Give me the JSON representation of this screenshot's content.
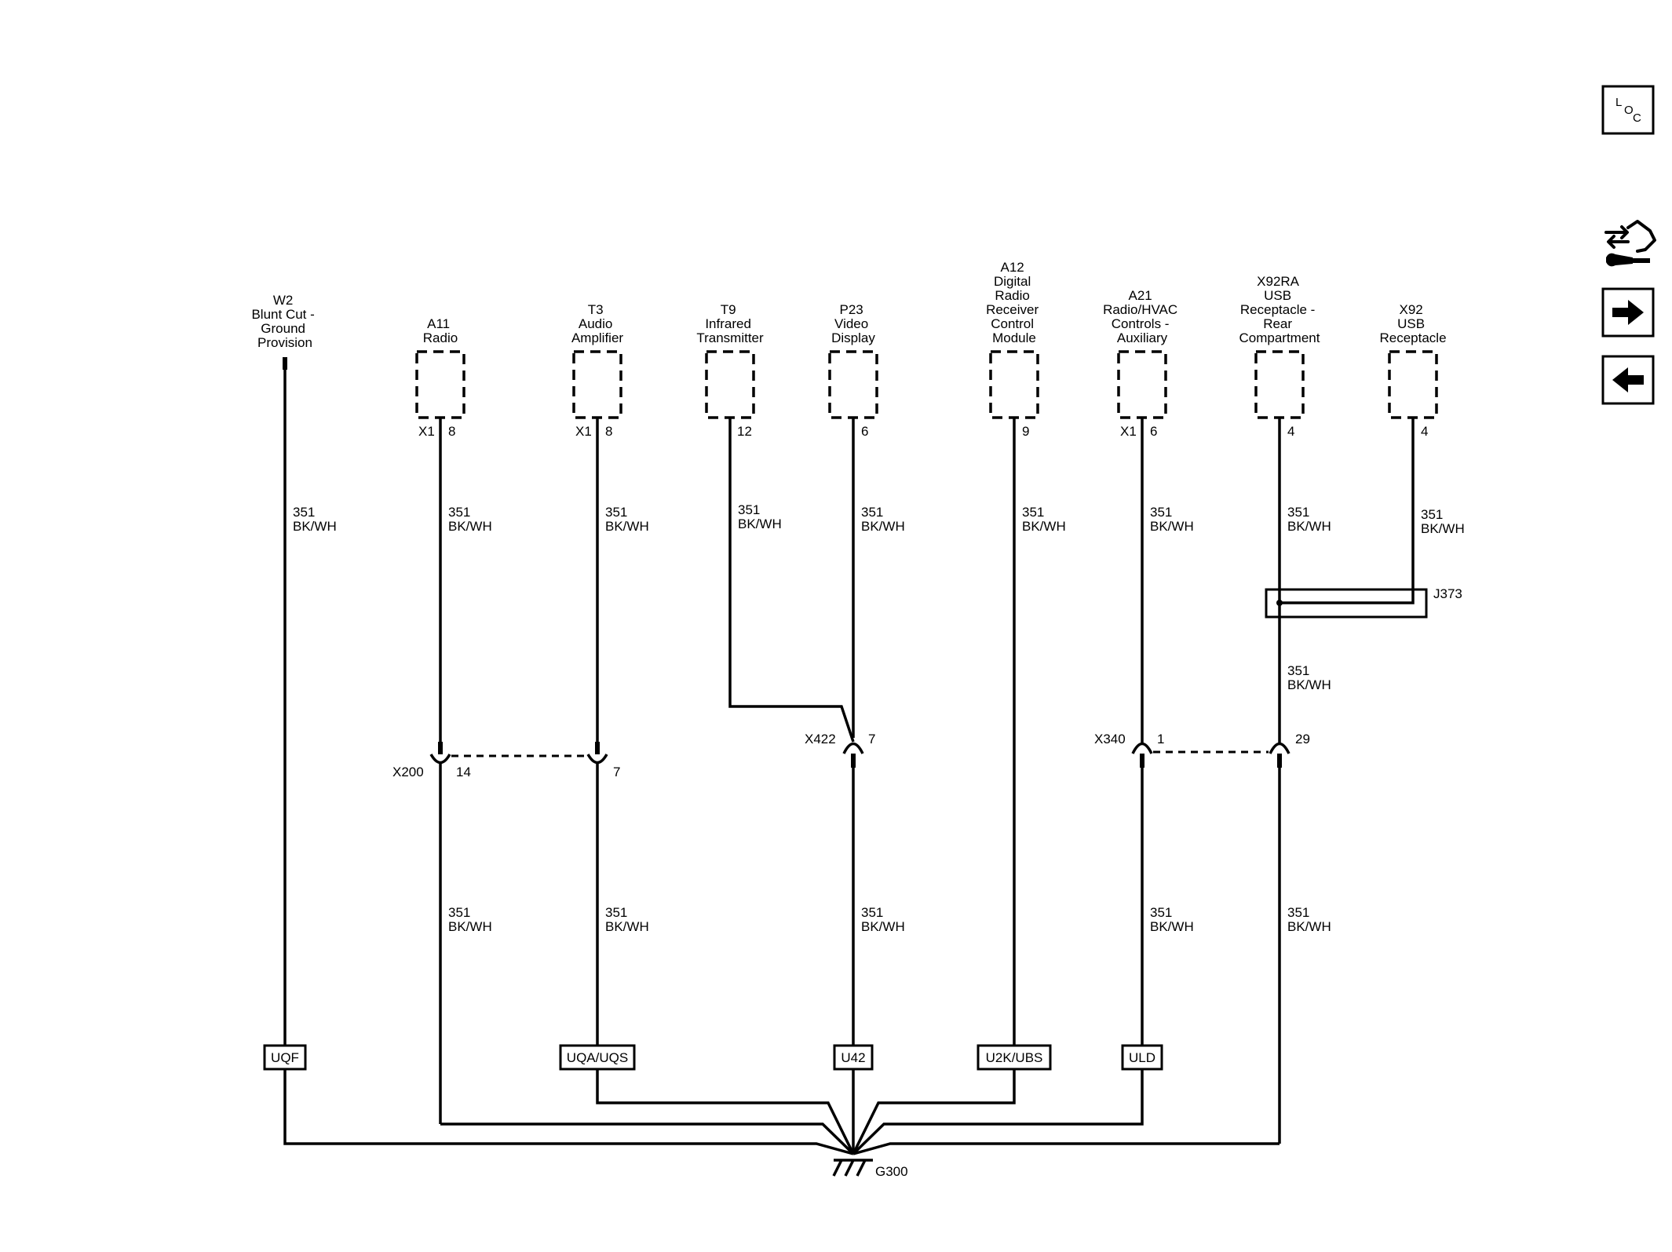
{
  "components": [
    {
      "id": "w2",
      "lines": [
        "W2",
        "Blunt Cut -",
        "Ground",
        "Provision"
      ]
    },
    {
      "id": "a11",
      "lines": [
        "A11",
        "Radio"
      ],
      "conn": "X1",
      "pin": "8"
    },
    {
      "id": "t3",
      "lines": [
        "T3",
        "Audio",
        "Amplifier"
      ],
      "conn": "X1",
      "pin": "8"
    },
    {
      "id": "t9",
      "lines": [
        "T9",
        "Infrared",
        "Transmitter"
      ],
      "conn": "",
      "pin": "12"
    },
    {
      "id": "p23",
      "lines": [
        "P23",
        "Video",
        "Display"
      ],
      "conn": "",
      "pin": "6"
    },
    {
      "id": "a12",
      "lines": [
        "A12",
        "Digital",
        "Radio",
        "Receiver",
        "Control",
        "Module"
      ],
      "conn": "",
      "pin": "9"
    },
    {
      "id": "a21",
      "lines": [
        "A21",
        "Radio/HVAC",
        "Controls -",
        "Auxiliary"
      ],
      "conn": "X1",
      "pin": "6"
    },
    {
      "id": "x92ra",
      "lines": [
        "X92RA",
        "USB",
        "Receptacle -",
        "Rear",
        "Compartment"
      ],
      "conn": "",
      "pin": "4"
    },
    {
      "id": "x92",
      "lines": [
        "X92",
        "USB",
        "Receptacle"
      ],
      "conn": "",
      "pin": "4"
    }
  ],
  "wire": {
    "circuit": "351",
    "color": "BK/WH"
  },
  "inline_connectors": [
    {
      "name": "X200",
      "pins": [
        "14",
        "7"
      ]
    },
    {
      "name": "X422",
      "pins": [
        "7"
      ]
    },
    {
      "name": "X340",
      "pins": [
        "1",
        "29"
      ]
    }
  ],
  "splice": {
    "name": "J373"
  },
  "options": [
    "UQF",
    "UQA/UQS",
    "U42",
    "U2K/UBS",
    "ULD"
  ],
  "ground": {
    "name": "G300"
  },
  "nav": {
    "loc": [
      "L",
      "O",
      "C"
    ]
  },
  "icons": [
    "loc-icon",
    "connector-tool-icon",
    "arrow-right-icon",
    "arrow-left-icon"
  ]
}
